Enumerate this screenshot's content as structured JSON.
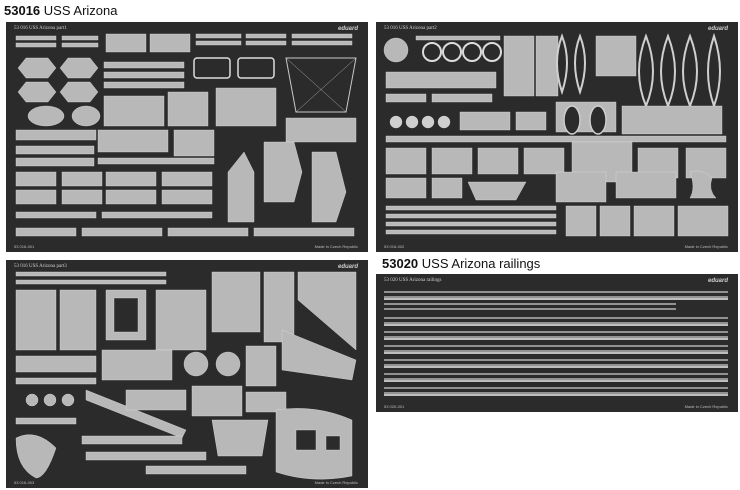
{
  "captions": {
    "main": {
      "number": "53016",
      "title": "USS Arizona"
    },
    "railings": {
      "number": "53020",
      "title": "USS Arizona railings"
    }
  },
  "sheets": [
    {
      "id": "53 016 USS Arizona part1",
      "brand": "eduard",
      "made_in": "Made in Czech Republic",
      "code": "53 016-001"
    },
    {
      "id": "53 016 USS Arizona part2",
      "brand": "eduard",
      "made_in": "Made in Czech Republic",
      "code": "53 016-002"
    },
    {
      "id": "53 016 USS Arizona part3",
      "brand": "eduard",
      "made_in": "Made in Czech Republic",
      "code": "53 016-003"
    },
    {
      "id": "53 020 USS Arizona railings",
      "brand": "eduard",
      "made_in": "Made in Czech Republic",
      "code": "53 020-001"
    }
  ],
  "colors": {
    "fret_background": "#2b2b2b",
    "etched_metal": "#b8b8b8",
    "metal_highlight": "#dcdcdc"
  }
}
